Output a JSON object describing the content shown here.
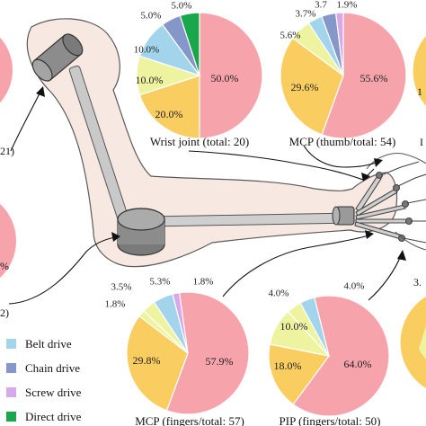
{
  "colors": {
    "pink": "#f7a3ac",
    "yellow": "#f9cd60",
    "light_yellow": "#eef3a0",
    "light_blue": "#a2d4ec",
    "blue_gray": "#8596c8",
    "lavender": "#d7a8ea",
    "green": "#1aa64a",
    "skin": "#f7e8e2",
    "metal": "#9a9a9a"
  },
  "legend": [
    {
      "label": "Belt drive",
      "color_key": "light_blue"
    },
    {
      "label": "Chain drive",
      "color_key": "blue_gray"
    },
    {
      "label": "Screw drive",
      "color_key": "lavender"
    },
    {
      "label": "Direct drive",
      "color_key": "green"
    }
  ],
  "edge_fragments": {
    "left_top": "21)",
    "left_pct": "%",
    "left_bottom": "2)",
    "right_mid": "1",
    "right_bottom": "3.",
    "right_caption": "I"
  },
  "chart_data": [
    {
      "type": "pie",
      "title": "Wrist joint (total: 20)",
      "slices": [
        {
          "label": "50.0%",
          "value": 50.0,
          "color_key": "pink"
        },
        {
          "label": "20.0%",
          "value": 20.0,
          "color_key": "yellow"
        },
        {
          "label": "10.0%",
          "value": 10.0,
          "color_key": "light_yellow"
        },
        {
          "label": "10.0%",
          "value": 10.0,
          "color_key": "light_blue"
        },
        {
          "label": "5.0%",
          "value": 5.0,
          "color_key": "blue_gray"
        },
        {
          "label": "5.0%",
          "value": 5.0,
          "color_key": "green"
        }
      ]
    },
    {
      "type": "pie",
      "title": "MCP (thumb/total: 54)",
      "slices": [
        {
          "label": "55.6%",
          "value": 55.6,
          "color_key": "pink"
        },
        {
          "label": "29.6%",
          "value": 29.6,
          "color_key": "yellow"
        },
        {
          "label": "5.6%",
          "value": 5.6,
          "color_key": "light_yellow"
        },
        {
          "label": "3.7%",
          "value": 3.7,
          "color_key": "light_blue"
        },
        {
          "label": "3.7",
          "value": 3.7,
          "color_key": "blue_gray"
        },
        {
          "label": "1.9%",
          "value": 1.9,
          "color_key": "lavender"
        }
      ]
    },
    {
      "type": "pie",
      "title": "MCP (fingers/total: 57)",
      "slices": [
        {
          "label": "57.9%",
          "value": 57.9,
          "color_key": "pink"
        },
        {
          "label": "29.8%",
          "value": 29.8,
          "color_key": "yellow"
        },
        {
          "label": "1.8%",
          "value": 1.8,
          "color_key": "light_yellow"
        },
        {
          "label": "3.5%",
          "value": 3.5,
          "color_key": "light_yellow"
        },
        {
          "label": "5.3%",
          "value": 5.3,
          "color_key": "light_blue"
        },
        {
          "label": "1.8%",
          "value": 1.8,
          "color_key": "lavender"
        }
      ]
    },
    {
      "type": "pie",
      "title": "PIP (fingers/total: 50)",
      "slices": [
        {
          "label": "64.0%",
          "value": 64.0,
          "color_key": "pink"
        },
        {
          "label": "18.0%",
          "value": 18.0,
          "color_key": "yellow"
        },
        {
          "label": "10.0%",
          "value": 10.0,
          "color_key": "light_yellow"
        },
        {
          "label": "4.0%",
          "value": 4.0,
          "color_key": "light_yellow"
        },
        {
          "label": "4.0%",
          "value": 4.0,
          "color_key": "light_blue"
        }
      ]
    }
  ]
}
